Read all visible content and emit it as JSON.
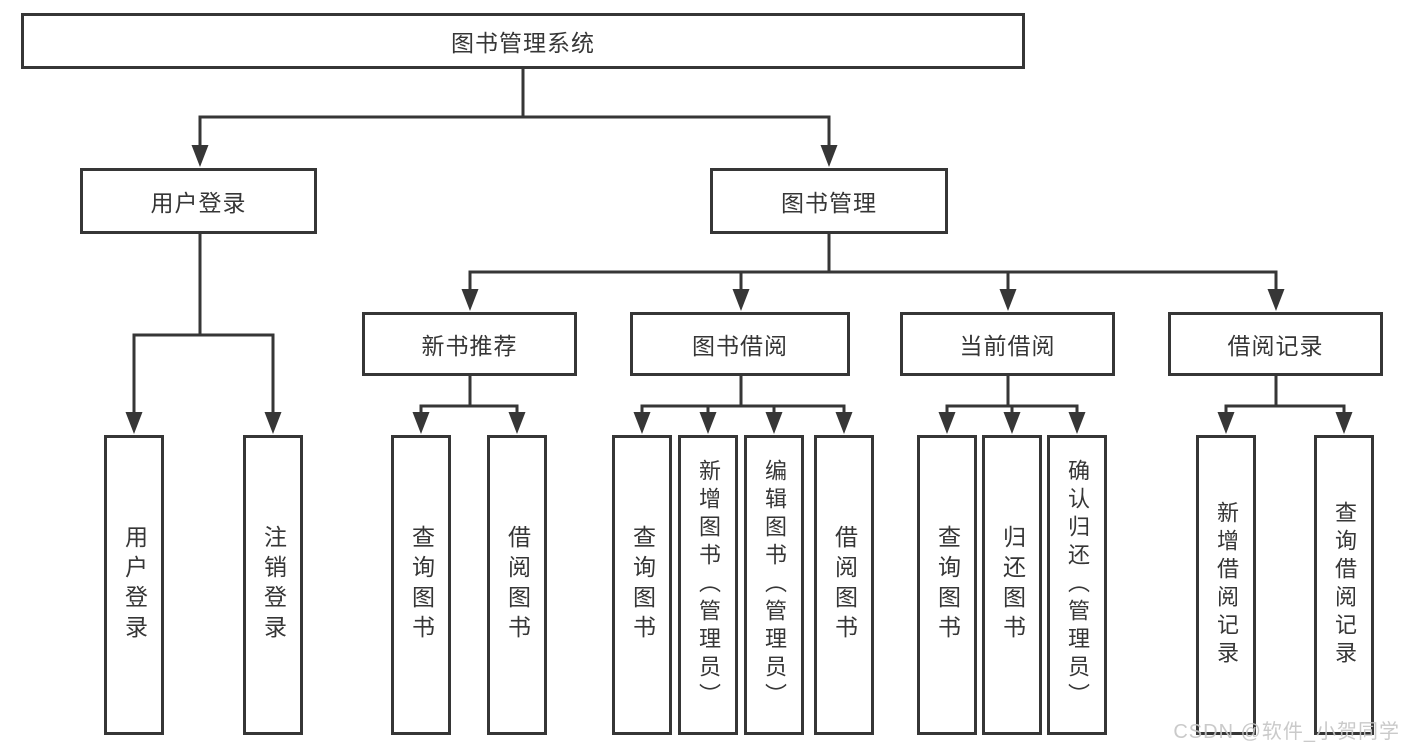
{
  "diagram": {
    "root": {
      "label": "图书管理系统",
      "children": [
        {
          "label": "用户登录",
          "children": [
            {
              "label": "用户登录"
            },
            {
              "label": "注销登录"
            }
          ]
        },
        {
          "label": "图书管理",
          "children": [
            {
              "label": "新书推荐",
              "children": [
                {
                  "label": "查询图书"
                },
                {
                  "label": "借阅图书"
                }
              ]
            },
            {
              "label": "图书借阅",
              "children": [
                {
                  "label": "查询图书"
                },
                {
                  "label": "新增图书（管理员）"
                },
                {
                  "label": "编辑图书（管理员）"
                },
                {
                  "label": "借阅图书"
                }
              ]
            },
            {
              "label": "当前借阅",
              "children": [
                {
                  "label": "查询图书"
                },
                {
                  "label": "归还图书"
                },
                {
                  "label": "确认归还（管理员）"
                }
              ]
            },
            {
              "label": "借阅记录",
              "children": [
                {
                  "label": "新增借阅记录"
                },
                {
                  "label": "查询借阅记录"
                }
              ]
            }
          ]
        }
      ]
    },
    "watermark": "CSDN @软件_小贺同学",
    "colors": {
      "line": "#363636",
      "box_fill": "#ffffff",
      "text": "#363636",
      "background": "#ffffff",
      "watermark": "#c5c5c5"
    }
  }
}
